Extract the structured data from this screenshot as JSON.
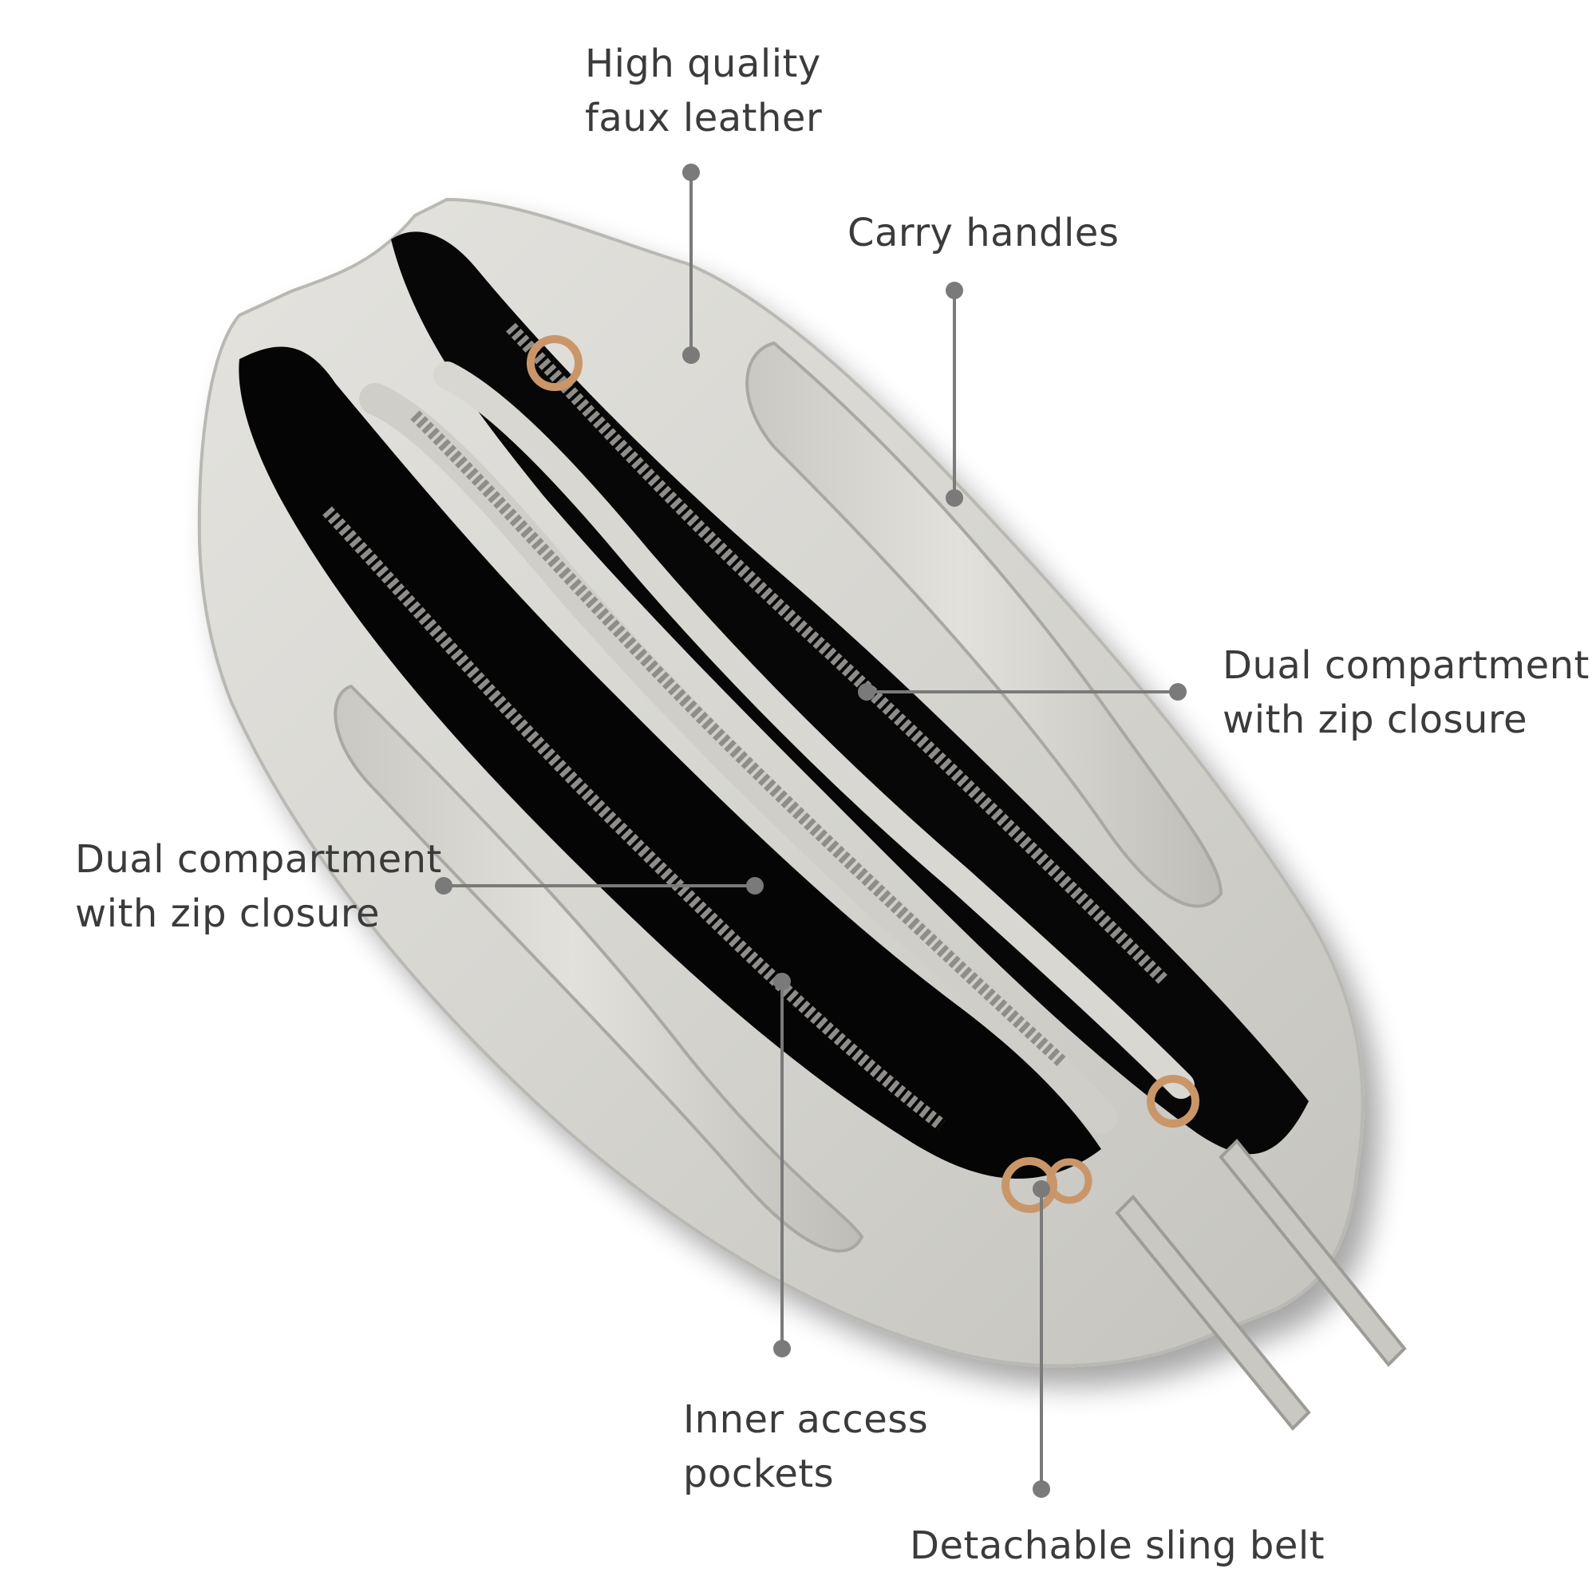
{
  "callouts": {
    "leather": {
      "line1": "High quality",
      "line2": "faux leather"
    },
    "handles": {
      "line1": "Carry handles"
    },
    "dual_right": {
      "line1": "Dual compartment",
      "line2": "with zip closure"
    },
    "dual_left": {
      "line1": "Dual compartment",
      "line2": "with zip closure"
    },
    "pockets": {
      "line1": "Inner access",
      "line2": "pockets"
    },
    "sling": {
      "line1": "Detachable sling belt"
    }
  },
  "colors": {
    "leather": "#d9d8d3",
    "lining": "#050505",
    "zipper": "#8e8d89",
    "hardware": "#c9966a",
    "pointer": "#7a7a7a",
    "text": "#3b3b3b"
  }
}
